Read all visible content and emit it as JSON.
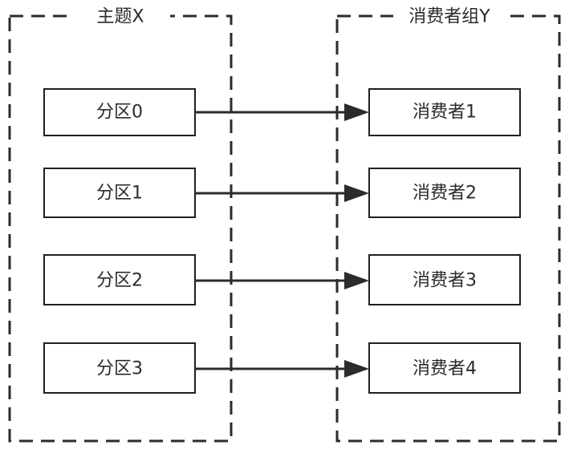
{
  "diagram": {
    "topic_group": {
      "title": "主题X",
      "partitions": [
        "分区0",
        "分区1",
        "分区2",
        "分区3"
      ]
    },
    "consumer_group": {
      "title": "消费者组Y",
      "consumers": [
        "消费者1",
        "消费者2",
        "消费者3",
        "消费者4"
      ]
    },
    "colors": {
      "stroke": "#2b2b2b",
      "background": "#ffffff"
    }
  }
}
